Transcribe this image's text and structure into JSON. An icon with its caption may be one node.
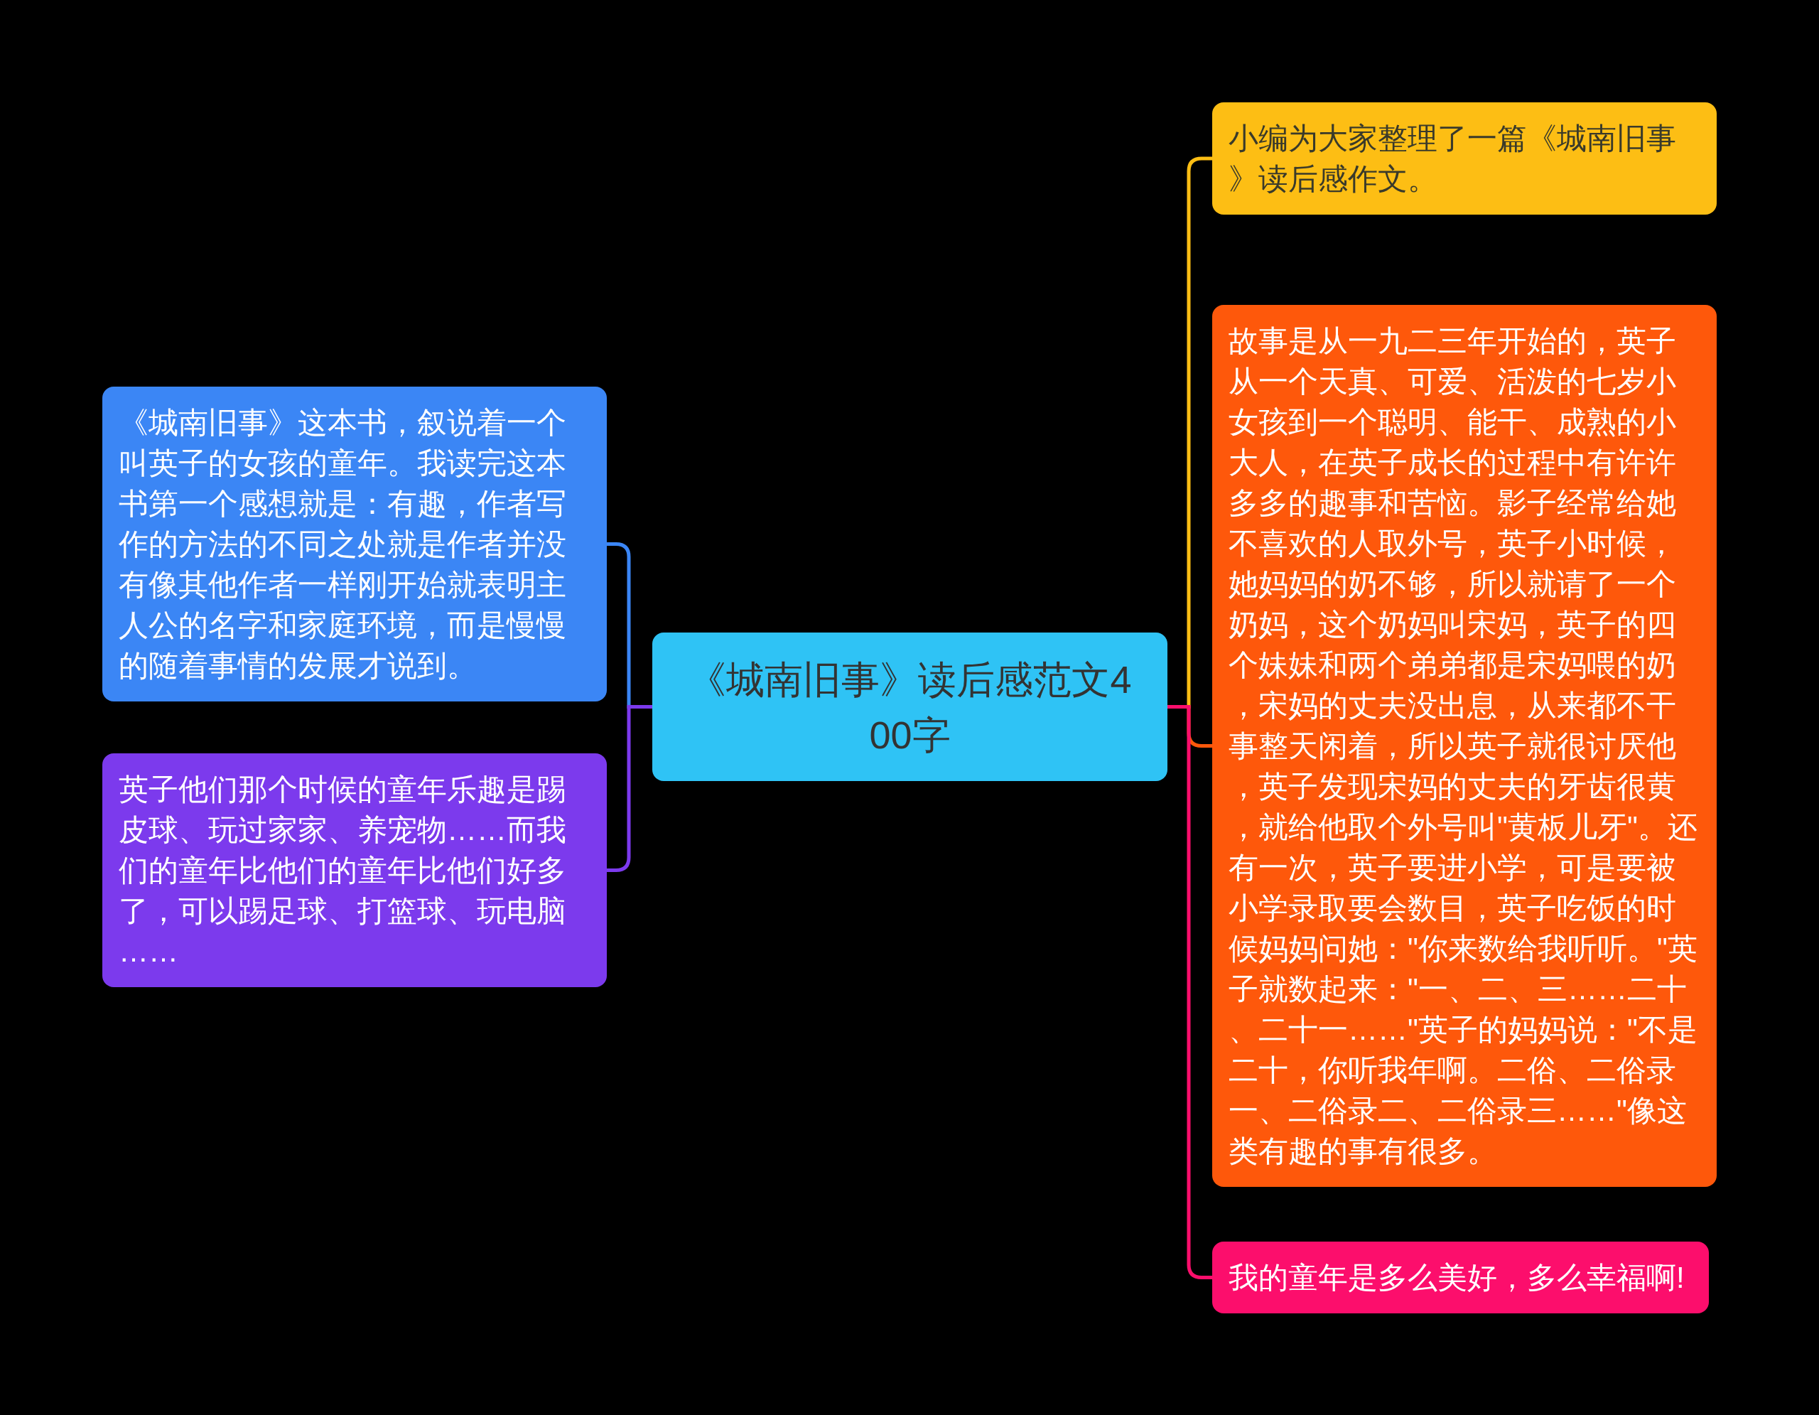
{
  "diagram": {
    "nodes": [
      {
        "text": [
          "《城南旧事》读后感范文400字"
        ]
      },
      {
        "text": [
          "《城南旧事》这本书，叙说着一个叫英子的女孩的童年。我读完这本书第一个感想就是：有趣，作者写作的方法的不同之处就是作者并没有像其他作者一样刚开始就表明主人公的名字和家庭环境，而是慢慢的随着事情的发展才说到。"
        ]
      },
      {
        "text": [
          "英子他们那个时候的童年乐趣是踢皮球、玩过家家、养宠物……而我们的童年比他们的童年比他们好多了，可以踢足球、打篮球、玩电脑……"
        ]
      },
      {
        "text": [
          "小编为大家整理了一篇《城南旧事》读后感作文。"
        ]
      },
      {
        "text": [
          "故事是从一九二三年开始的，英子从一个天真、可爱、活泼的七岁小女孩到一个聪明、能干、成熟的小大人，在英子成长的过程中有许许多多的趣事和苦恼。影子经常给她不喜欢的人取外号，英子小时候，她妈妈的奶不够，所以就请了一个奶妈，这个奶妈叫宋妈，英子的四个妹妹和两个弟弟都是宋妈喂的奶，宋妈的丈夫没出息，从来都不干事整天闲着，所以英子就很讨厌他，英子发现宋妈的丈夫的牙齿很黄，就给他取个外号叫\"黄板儿牙\"。还有一次，英子要进小学，可是要被小学录取要会数目，英子吃饭的时候妈妈问她：\"你来数给我听听。\"英子就数起来：\"一、二、三……二十、二十一……\"英子的妈妈说：\"不是二十，你听我年啊。二俗、二俗录一、二俗录二、二俗录三……\"像这类有趣的事有很多。"
        ]
      },
      {
        "text": [
          "我的童年是多么美好，多么幸福啊!"
        ]
      }
    ],
    "edges": [
      {
        "from": 0,
        "to": 1,
        "arrow": "none",
        "color": "#3b86f5"
      },
      {
        "from": 0,
        "to": 2,
        "arrow": "none",
        "color": "#7c3aed"
      },
      {
        "from": 0,
        "to": 3,
        "arrow": "none",
        "color": "#fdbe14"
      },
      {
        "from": 0,
        "to": 4,
        "arrow": "none",
        "color": "#fe580b"
      },
      {
        "from": 0,
        "to": 5,
        "arrow": "none",
        "color": "#fc0e6c"
      }
    ]
  }
}
